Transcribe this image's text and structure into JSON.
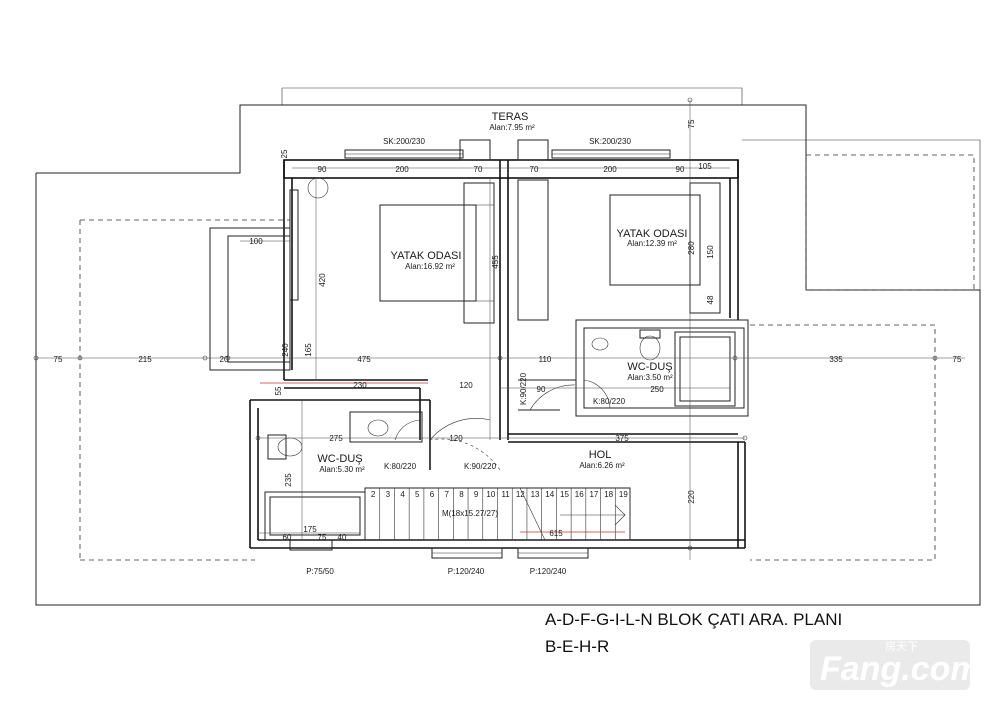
{
  "plan": {
    "title_line1": "A-D-F-G-I-L-N BLOK ÇATI ARA. PLANI",
    "title_line2": "B-E-H-R",
    "rooms": {
      "teras": {
        "name": "TERAS",
        "area": "Alan:7.95 m²"
      },
      "bedroom_left": {
        "name": "YATAK ODASI",
        "area": "Alan:16.92 m²"
      },
      "bedroom_right": {
        "name": "YATAK ODASI",
        "area": "Alan:12.39 m²"
      },
      "wc_right": {
        "name": "WC-DUŞ",
        "area": "Alan:3.50 m²"
      },
      "wc_left": {
        "name": "WC-DUŞ",
        "area": "Alan:5.30 m²"
      },
      "hol": {
        "name": "HOL",
        "area": "Alan:6.26 m²"
      }
    },
    "openings": {
      "sk_left": "SK:200/230",
      "sk_right": "SK:200/230",
      "p_75": "P:75/50",
      "p_120a": "P:120/240",
      "p_120b": "P:120/240",
      "k_wc_left": "K:80/220",
      "k_hol": "K:90/220",
      "k_bed_left": "K:90/220",
      "k_wc_right": "K:80/220",
      "stair": "M(18x15.27/27)"
    },
    "dims": {
      "top_left_90": "90",
      "top_left_200": "200",
      "top_left_70": "70",
      "top_right_70": "70",
      "top_right_200": "200",
      "top_right_90": "90",
      "d75_left": "75",
      "d215": "215",
      "d475": "475",
      "d110": "110",
      "d335": "335",
      "d75_right": "75",
      "d230": "230",
      "d120_mid": "120",
      "d90": "90",
      "d250": "250",
      "d275": "275",
      "d120_low": "120",
      "d375": "375",
      "d175": "175",
      "d60": "60",
      "d75_b": "75",
      "d40": "40",
      "d100": "100",
      "d420": "420",
      "d455": "455",
      "d280": "280",
      "d220": "220",
      "d240": "240",
      "d165": "165",
      "d235": "235",
      "d150": "150",
      "d615": "615",
      "d75_top": "75",
      "d105": "105",
      "d20": "20",
      "d25": "25",
      "d55": "55",
      "d48": "48"
    },
    "stair_steps": [
      "2",
      "3",
      "4",
      "5",
      "6",
      "7",
      "8",
      "9",
      "10",
      "11",
      "12",
      "13",
      "14",
      "15",
      "16",
      "17",
      "18",
      "19"
    ]
  },
  "watermark": {
    "brand": "Fang.com",
    "cn": "房天下"
  }
}
